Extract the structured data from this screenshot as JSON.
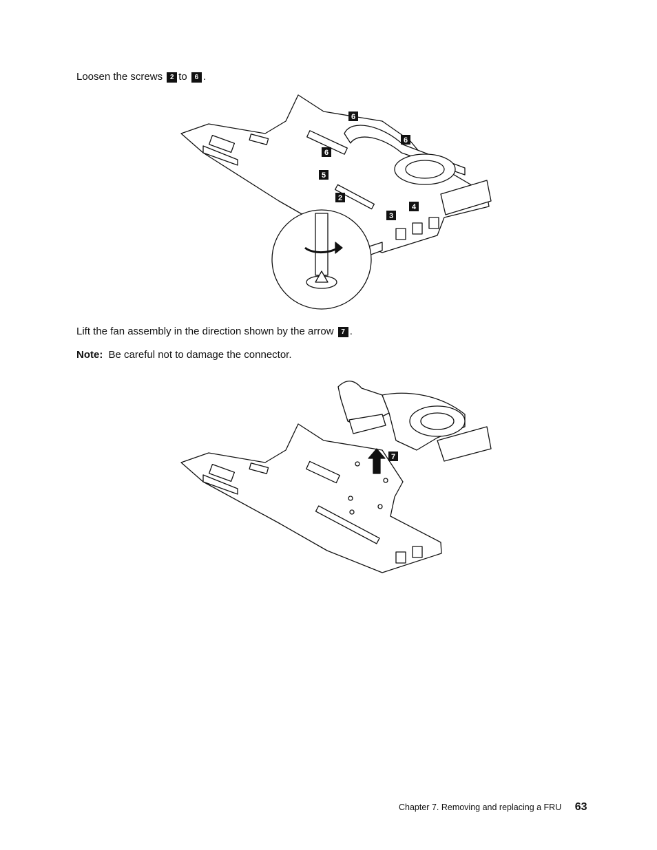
{
  "step1": {
    "text_before": "Loosen the screws",
    "ref_start": "2",
    "text_middle": "to",
    "ref_end": "6",
    "text_after": "."
  },
  "figure1": {
    "callouts": [
      "6",
      "6",
      "6",
      "5",
      "2",
      "4",
      "3"
    ]
  },
  "step2": {
    "text_before": "Lift the fan assembly in the direction shown by the arrow",
    "ref": "7",
    "text_after": "."
  },
  "note": {
    "label": "Note:",
    "text": "Be careful not to damage the connector."
  },
  "figure2": {
    "callouts": [
      "7"
    ]
  },
  "footer": {
    "chapter": "Chapter 7.  Removing and replacing a FRU",
    "page_number": "63"
  }
}
